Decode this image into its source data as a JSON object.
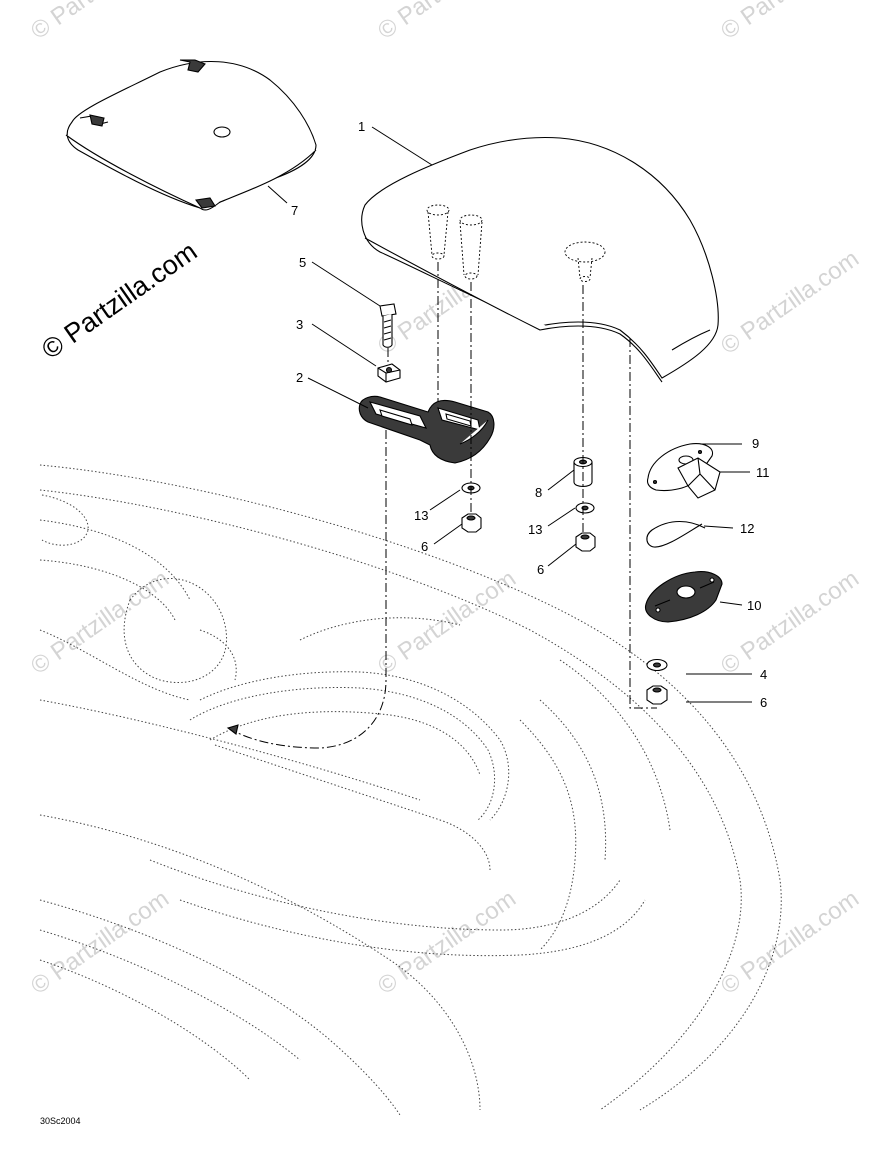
{
  "diagram": {
    "brand_watermark": "© Partzilla.com",
    "light_watermark": "© Partzilla.com",
    "drawing_code": "30Sc2004",
    "callouts": [
      {
        "id": "1",
        "label": "1"
      },
      {
        "id": "2",
        "label": "2"
      },
      {
        "id": "3",
        "label": "3"
      },
      {
        "id": "4",
        "label": "4"
      },
      {
        "id": "5",
        "label": "5"
      },
      {
        "id": "6a",
        "label": "6"
      },
      {
        "id": "6b",
        "label": "6"
      },
      {
        "id": "6c",
        "label": "6"
      },
      {
        "id": "7",
        "label": "7"
      },
      {
        "id": "8",
        "label": "8"
      },
      {
        "id": "9",
        "label": "9"
      },
      {
        "id": "10",
        "label": "10"
      },
      {
        "id": "11",
        "label": "11"
      },
      {
        "id": "12",
        "label": "12"
      },
      {
        "id": "13a",
        "label": "13"
      },
      {
        "id": "13b",
        "label": "13"
      }
    ]
  }
}
